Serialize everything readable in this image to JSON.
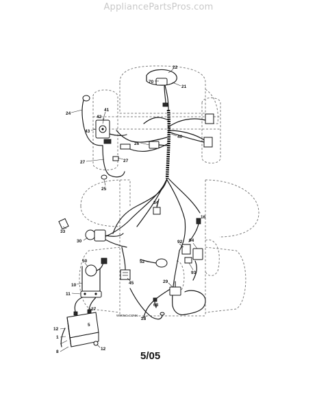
{
  "watermark": "AppliancePartsPros.com",
  "page_number": "5/05",
  "connector_label": "WIRING CONN",
  "callouts": [
    {
      "id": "c22",
      "label": "22"
    },
    {
      "id": "c70",
      "label": "70"
    },
    {
      "id": "c21",
      "label": "21"
    },
    {
      "id": "c24",
      "label": "24"
    },
    {
      "id": "c41",
      "label": "41"
    },
    {
      "id": "c42",
      "label": "42"
    },
    {
      "id": "c43",
      "label": "43"
    },
    {
      "id": "c40",
      "label": "40"
    },
    {
      "id": "c26",
      "label": "26"
    },
    {
      "id": "c27a",
      "label": "27"
    },
    {
      "id": "c27b",
      "label": "27"
    },
    {
      "id": "c25",
      "label": "25"
    },
    {
      "id": "c34",
      "label": "34"
    },
    {
      "id": "c33",
      "label": "33"
    },
    {
      "id": "c16",
      "label": "16"
    },
    {
      "id": "c30",
      "label": "30"
    },
    {
      "id": "c92",
      "label": "92"
    },
    {
      "id": "c94",
      "label": "94"
    },
    {
      "id": "c93",
      "label": "93"
    },
    {
      "id": "c50",
      "label": "50"
    },
    {
      "id": "c52",
      "label": "52"
    },
    {
      "id": "c45",
      "label": "45"
    },
    {
      "id": "c29",
      "label": "29"
    },
    {
      "id": "c10",
      "label": "10"
    },
    {
      "id": "c11",
      "label": "11"
    },
    {
      "id": "c27c",
      "label": "27"
    },
    {
      "id": "c28",
      "label": "28"
    },
    {
      "id": "c68",
      "label": "68"
    },
    {
      "id": "c12a",
      "label": "12"
    },
    {
      "id": "c12b",
      "label": "12"
    },
    {
      "id": "c1",
      "label": "1"
    },
    {
      "id": "c8",
      "label": "8"
    },
    {
      "id": "c5",
      "label": "5"
    }
  ]
}
